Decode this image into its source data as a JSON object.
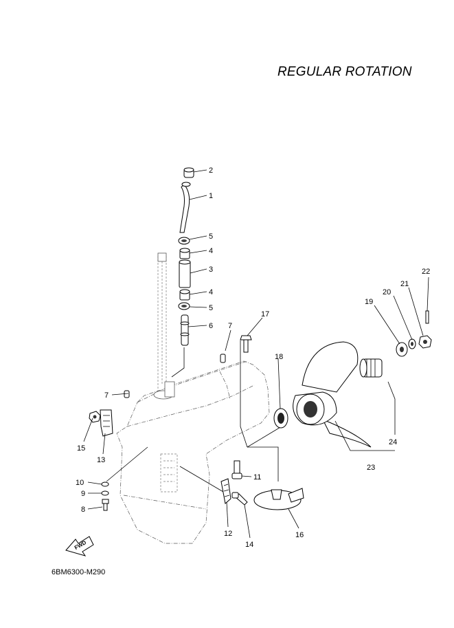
{
  "title": "REGULAR ROTATION",
  "drawing_code": "6BM6300-M290",
  "fwd_label": "FWD",
  "callouts": {
    "c1": "1",
    "c2": "2",
    "c3": "3",
    "c4a": "4",
    "c4b": "4",
    "c5a": "5",
    "c5b": "5",
    "c6": "6",
    "c7a": "7",
    "c7b": "7",
    "c8": "8",
    "c9": "9",
    "c10": "10",
    "c11": "11",
    "c12": "12",
    "c13": "13",
    "c14": "14",
    "c15": "15",
    "c16": "16",
    "c17": "17",
    "c18": "18",
    "c19": "19",
    "c20": "20",
    "c21": "21",
    "c22": "22",
    "c23": "23",
    "c24": "24"
  }
}
